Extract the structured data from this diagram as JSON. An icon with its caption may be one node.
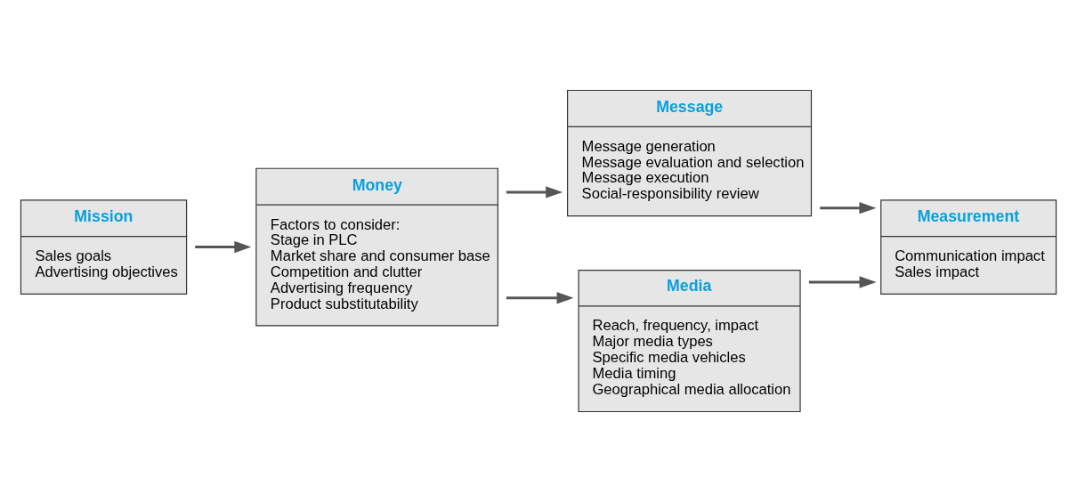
{
  "diagram": {
    "nodes": [
      {
        "text": [
          "Mission",
          "Sales goals",
          "Advertising objectives"
        ]
      },
      {
        "text": [
          "Money",
          "Factors to consider:",
          "Stage in PLC",
          "Market share and consumer base",
          "Competition and clutter",
          "Advertising frequency",
          "Product substitutability"
        ]
      },
      {
        "text": [
          "Message",
          "Message generation",
          "Message evaluation and selection",
          "Message execution",
          "Social-responsibility review"
        ]
      },
      {
        "text": [
          "Media",
          "Reach, frequency, impact",
          "Major media types",
          "Specific media vehicles",
          "Media timing",
          "Geographical media allocation"
        ]
      },
      {
        "text": [
          "Measurement",
          "Communication impact",
          "Sales impact"
        ]
      }
    ],
    "edges": [
      {
        "from": 0,
        "to": 1,
        "arrow": "to"
      },
      {
        "from": 1,
        "to": 2,
        "arrow": "to"
      },
      {
        "from": 1,
        "to": 3,
        "arrow": "to"
      },
      {
        "from": 2,
        "to": 4,
        "arrow": "to"
      },
      {
        "from": 3,
        "to": 4,
        "arrow": "to"
      }
    ]
  }
}
